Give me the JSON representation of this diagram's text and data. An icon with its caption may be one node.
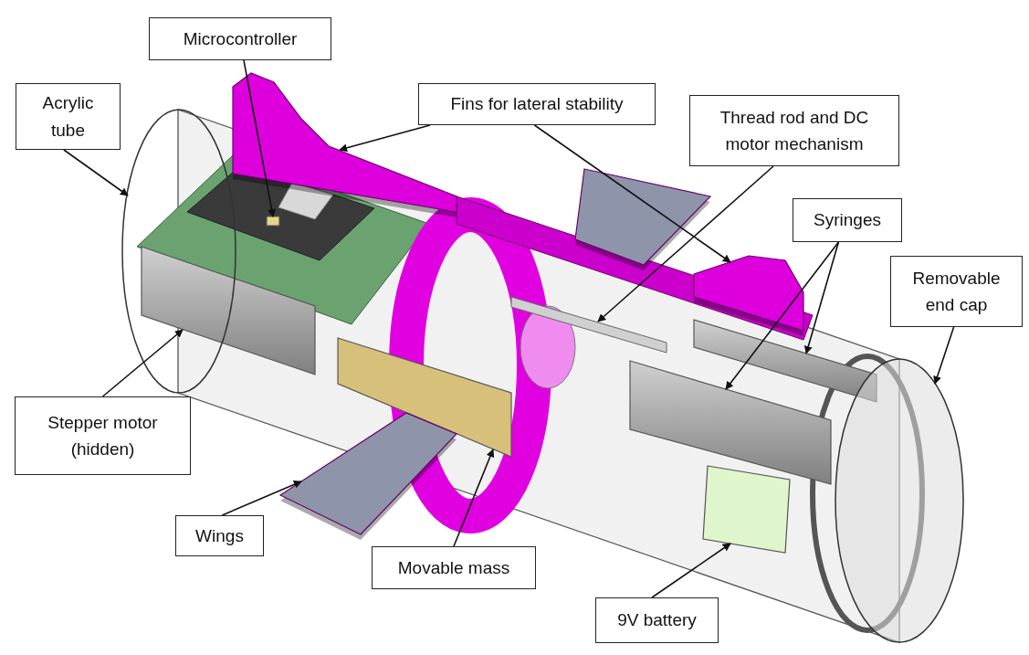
{
  "diagram": {
    "nodes": [
      {
        "text": [
          "Microcontroller"
        ]
      },
      {
        "text": [
          "Acrylic tube"
        ]
      },
      {
        "text": [
          "Fins for lateral stability"
        ]
      },
      {
        "text": [
          "Thread rod and DC motor mechanism"
        ]
      },
      {
        "text": [
          "Syringes"
        ]
      },
      {
        "text": [
          "Removable end cap"
        ]
      },
      {
        "text": [
          "Stepper motor (hidden)"
        ]
      },
      {
        "text": [
          "Wings"
        ]
      },
      {
        "text": [
          "Movable mass"
        ]
      },
      {
        "text": [
          "9V battery"
        ]
      },
      {
        "text": [],
        "shape": "circle"
      },
      {
        "text": [],
        "shape": "box"
      },
      {
        "text": [],
        "shape": "picture"
      },
      {
        "text": [],
        "shape": "picture"
      },
      {
        "text": [],
        "shape": "bar"
      },
      {
        "text": [],
        "shape": "cylinder"
      },
      {
        "text": [],
        "shape": "cylinder"
      },
      {
        "text": [],
        "shape": "circle"
      },
      {
        "text": [],
        "shape": "cylinder"
      },
      {
        "text": [],
        "shape": "picture"
      },
      {
        "text": [],
        "shape": "box"
      },
      {
        "text": [],
        "shape": "box"
      },
      {
        "text": [],
        "shape": "picture"
      }
    ],
    "edges": [
      {
        "from": 0,
        "to": 11,
        "arrow": "to"
      },
      {
        "from": 1,
        "to": 10,
        "arrow": "to"
      },
      {
        "from": 2,
        "to": 12,
        "arrow": "to"
      },
      {
        "from": 2,
        "to": 13,
        "arrow": "to"
      },
      {
        "from": 3,
        "to": 14,
        "arrow": "to"
      },
      {
        "from": 4,
        "to": 15,
        "arrow": "to"
      },
      {
        "from": 4,
        "to": 16,
        "arrow": "to"
      },
      {
        "from": 5,
        "to": 17,
        "arrow": "to"
      },
      {
        "from": 6,
        "to": 18,
        "arrow": "to"
      },
      {
        "from": 7,
        "to": 19,
        "arrow": "to"
      },
      {
        "from": 8,
        "to": 20,
        "arrow": "to"
      },
      {
        "from": 9,
        "to": 21,
        "arrow": "to"
      }
    ]
  }
}
